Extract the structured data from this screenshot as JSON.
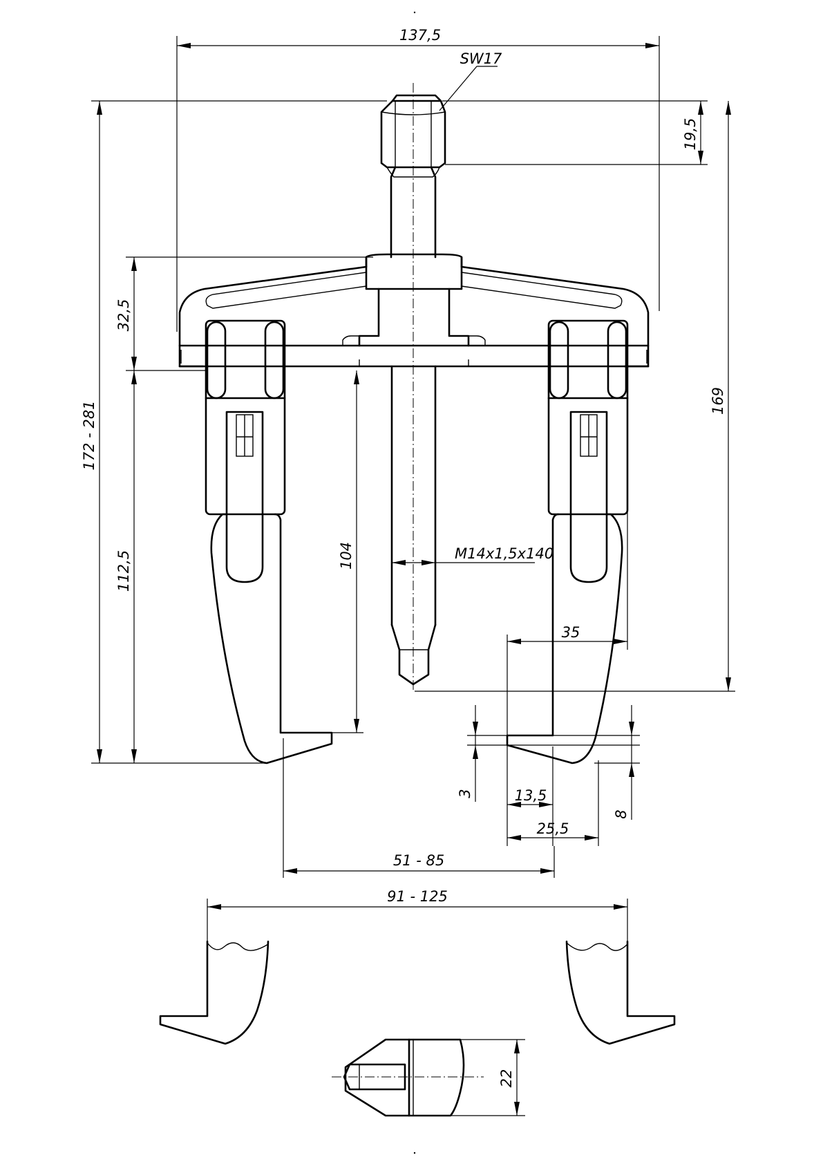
{
  "drawing": {
    "dimensions": {
      "overall_width": "137,5",
      "hex_size": "SW17",
      "hex_height": "19,5",
      "total_height": "172 - 281",
      "arm_offset": "32,5",
      "jaw_height": "112,5",
      "reach": "104",
      "spindle_height": "169",
      "thread": "M14x1,5x140",
      "jaw_width": "35",
      "hook_thickness": "3",
      "hook_depth_small": "13,5",
      "hook_tip": "8",
      "hook_depth_large": "25,5",
      "inner_span": "51 - 85",
      "outer_span": "91 - 125",
      "jaw_thickness": "22"
    }
  }
}
